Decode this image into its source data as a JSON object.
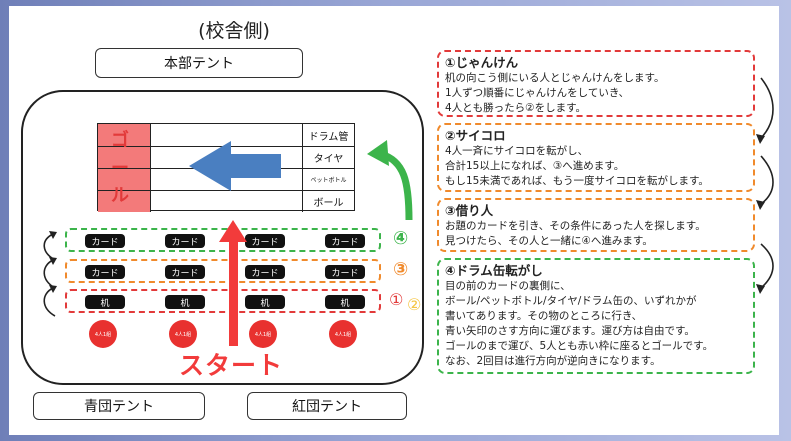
{
  "title": "(校舎側)",
  "tents": {
    "main": "本部テント",
    "blue": "青団テント",
    "red": "紅団テント"
  },
  "goal_chars": [
    "ゴ",
    "ー",
    "ル"
  ],
  "items": [
    "ドラム管",
    "タイヤ",
    "ペットボトル",
    "ボール"
  ],
  "lanes": {
    "card_top": {
      "number": "④",
      "chips": [
        "カード",
        "カード",
        "カード",
        "カード"
      ]
    },
    "card_mid": {
      "number": "③",
      "chips": [
        "カード",
        "カード",
        "カード",
        "カード"
      ]
    },
    "desk": {
      "numbers": [
        "①",
        "②"
      ],
      "chips": [
        "机",
        "机",
        "机",
        "机"
      ]
    }
  },
  "groups": [
    "4人1組",
    "4人1組",
    "4人1組",
    "4人1組"
  ],
  "start_label": "スタート",
  "colors": {
    "red": "#e23a3a",
    "orange": "#f08a2c",
    "green": "#3cb44b",
    "blue": "#4a7fc1",
    "yellow": "#f5c542"
  },
  "steps": [
    {
      "heading": "①じゃんけん",
      "lines": [
        "机の向こう側にいる人とじゃんけんをします。",
        "1人ずつ順番にじゃんけんをしていき、",
        "4人とも勝ったら②をします。"
      ]
    },
    {
      "heading": "②サイコロ",
      "lines": [
        "4人一斉にサイコロを転がし、",
        "合計15以上になれば、③へ進めます。",
        "もし15未満であれば、もう一度サイコロを転がします。"
      ]
    },
    {
      "heading": "③借り人",
      "lines": [
        "お題のカードを引き、その条件にあった人を探します。",
        "見つけたら、その人と一緒に④へ進みます。"
      ]
    },
    {
      "heading": "④ドラム缶転がし",
      "lines": [
        "目の前のカードの裏側に、",
        "ボール/ペットボトル/タイヤ/ドラム缶の、いずれかが",
        "書いてあります。その物のところに行き、",
        "青い矢印のさす方向に運びます。運び方は自由です。",
        "ゴールのまで運び、5人とも赤い枠に座るとゴールです。",
        "なお、2回目は進行方向が逆向きになります。"
      ]
    }
  ]
}
